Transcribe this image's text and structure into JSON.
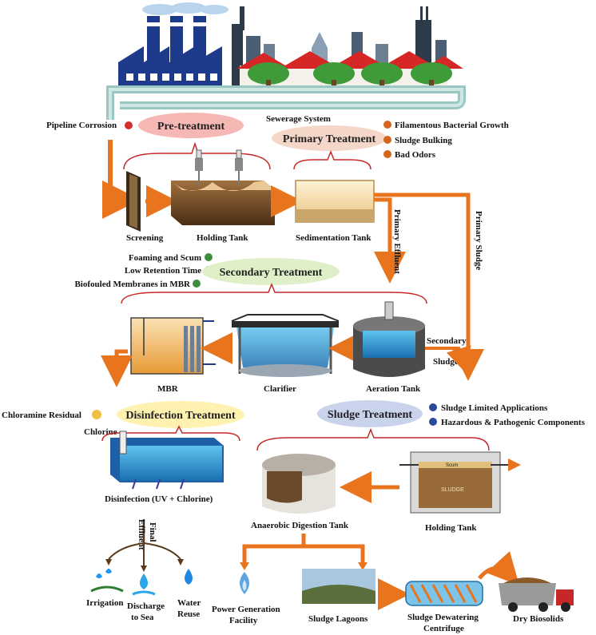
{
  "top": {
    "sewerage_label": "Sewerage System",
    "pipeline_issue": "Pipeline Corrosion"
  },
  "stages": {
    "pretreatment": "Pre-treatment",
    "primary": "Primary Treatment",
    "secondary": "Secondary Treatment",
    "disinfection": "Disinfection Treatment",
    "sludge": "Sludge Treatment"
  },
  "primary_issues": [
    "Filamentous Bacterial Growth",
    "Sludge Bulking",
    "Bad Odors"
  ],
  "secondary_issues": [
    "Foaming and Scum",
    "Low Retention Time",
    "Biofouled Membranes in MBR"
  ],
  "disinfection_issue": "Chloramine Residual",
  "sludge_issues": [
    "Sludge Limited Applications",
    "Hazardous & Pathogenic Components"
  ],
  "units": {
    "screening": "Screening",
    "holding_tank": "Holding Tank",
    "sedimentation_tank": "Sedimentation Tank",
    "mbr": "MBR",
    "clarifier": "Clarifier",
    "aeration_tank": "Aeration Tank",
    "disinfection": "Disinfection (UV + Chlorine)",
    "chlorine": "Chlorine",
    "anaerobic_digestion": "Anaerobic Digestion Tank",
    "sludge_holding_tank": "Holding Tank",
    "scum": "Scum",
    "sludge_word": "SLUDGE"
  },
  "flow_labels": {
    "primary_effluent": "Primary Effluent",
    "primary_sludge": "Primary Sludge",
    "secondary_line1": "Secondary",
    "secondary_line2": "Sludge",
    "final_line1": "Final",
    "final_line2": "Effluent"
  },
  "outlets": {
    "irrigation": "Irrigation",
    "discharge_line1": "Discharge",
    "discharge_line2": "to Sea",
    "reuse_line1": "Water",
    "reuse_line2": "Reuse"
  },
  "sludge_outputs": {
    "power_line1": "Power Generation",
    "power_line2": "Facility",
    "lagoons": "Sludge Lagoons",
    "centrifuge_line1": "Sludge Dewatering",
    "centrifuge_line2": "Centrifuge",
    "dry": "Dry Biosolids"
  },
  "colors": {
    "flow_arrow": "#e8741e",
    "bracket": "#c62828",
    "pretreatment_ellipse": "#f5b8b4",
    "primary_ellipse": "#f4d7c9",
    "secondary_ellipse": "#dff0c8",
    "disinfection_ellipse": "#fff2b0",
    "sludge_ellipse": "#c9d3ec",
    "dot_red": "#d32f2f",
    "dot_orange": "#d4651e",
    "dot_green": "#3e8e3e",
    "dot_yellow": "#f0c040",
    "dot_blue": "#2a4a9a"
  }
}
